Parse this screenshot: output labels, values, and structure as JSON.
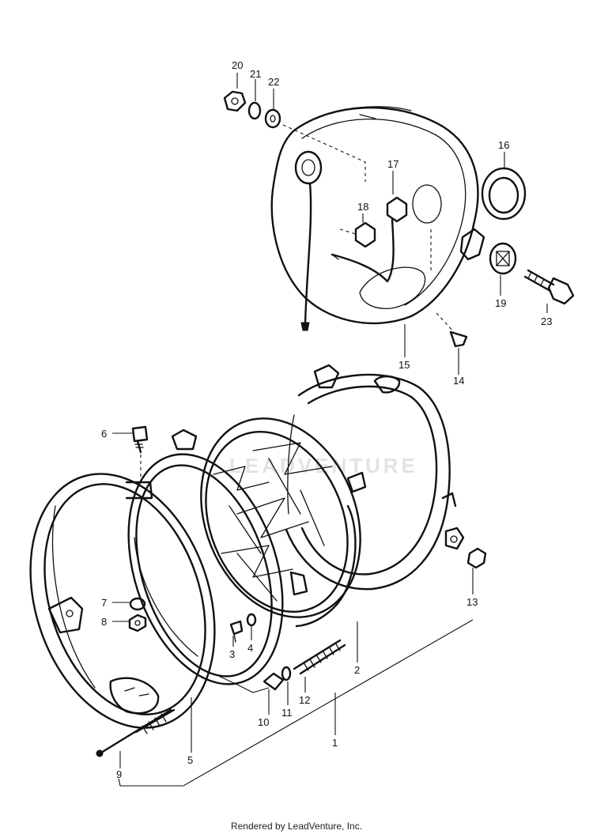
{
  "footer_text": "Rendered by LeadVenture, Inc.",
  "watermark_text": "LEADVENTURE",
  "colors": {
    "ink": "#111111",
    "background": "#ffffff",
    "watermark": "#e3e3e3"
  },
  "callouts": {
    "p1": "1",
    "p2": "2",
    "p3": "3",
    "p4": "4",
    "p5": "5",
    "p6": "6",
    "p7": "7",
    "p8": "8",
    "p9": "9",
    "p10": "10",
    "p11": "11",
    "p12": "12",
    "p13": "13",
    "p14": "14",
    "p15": "15",
    "p16": "16",
    "p17": "17",
    "p18": "18",
    "p19": "19",
    "p20": "20",
    "p21": "21",
    "p22": "22",
    "p23": "23"
  }
}
